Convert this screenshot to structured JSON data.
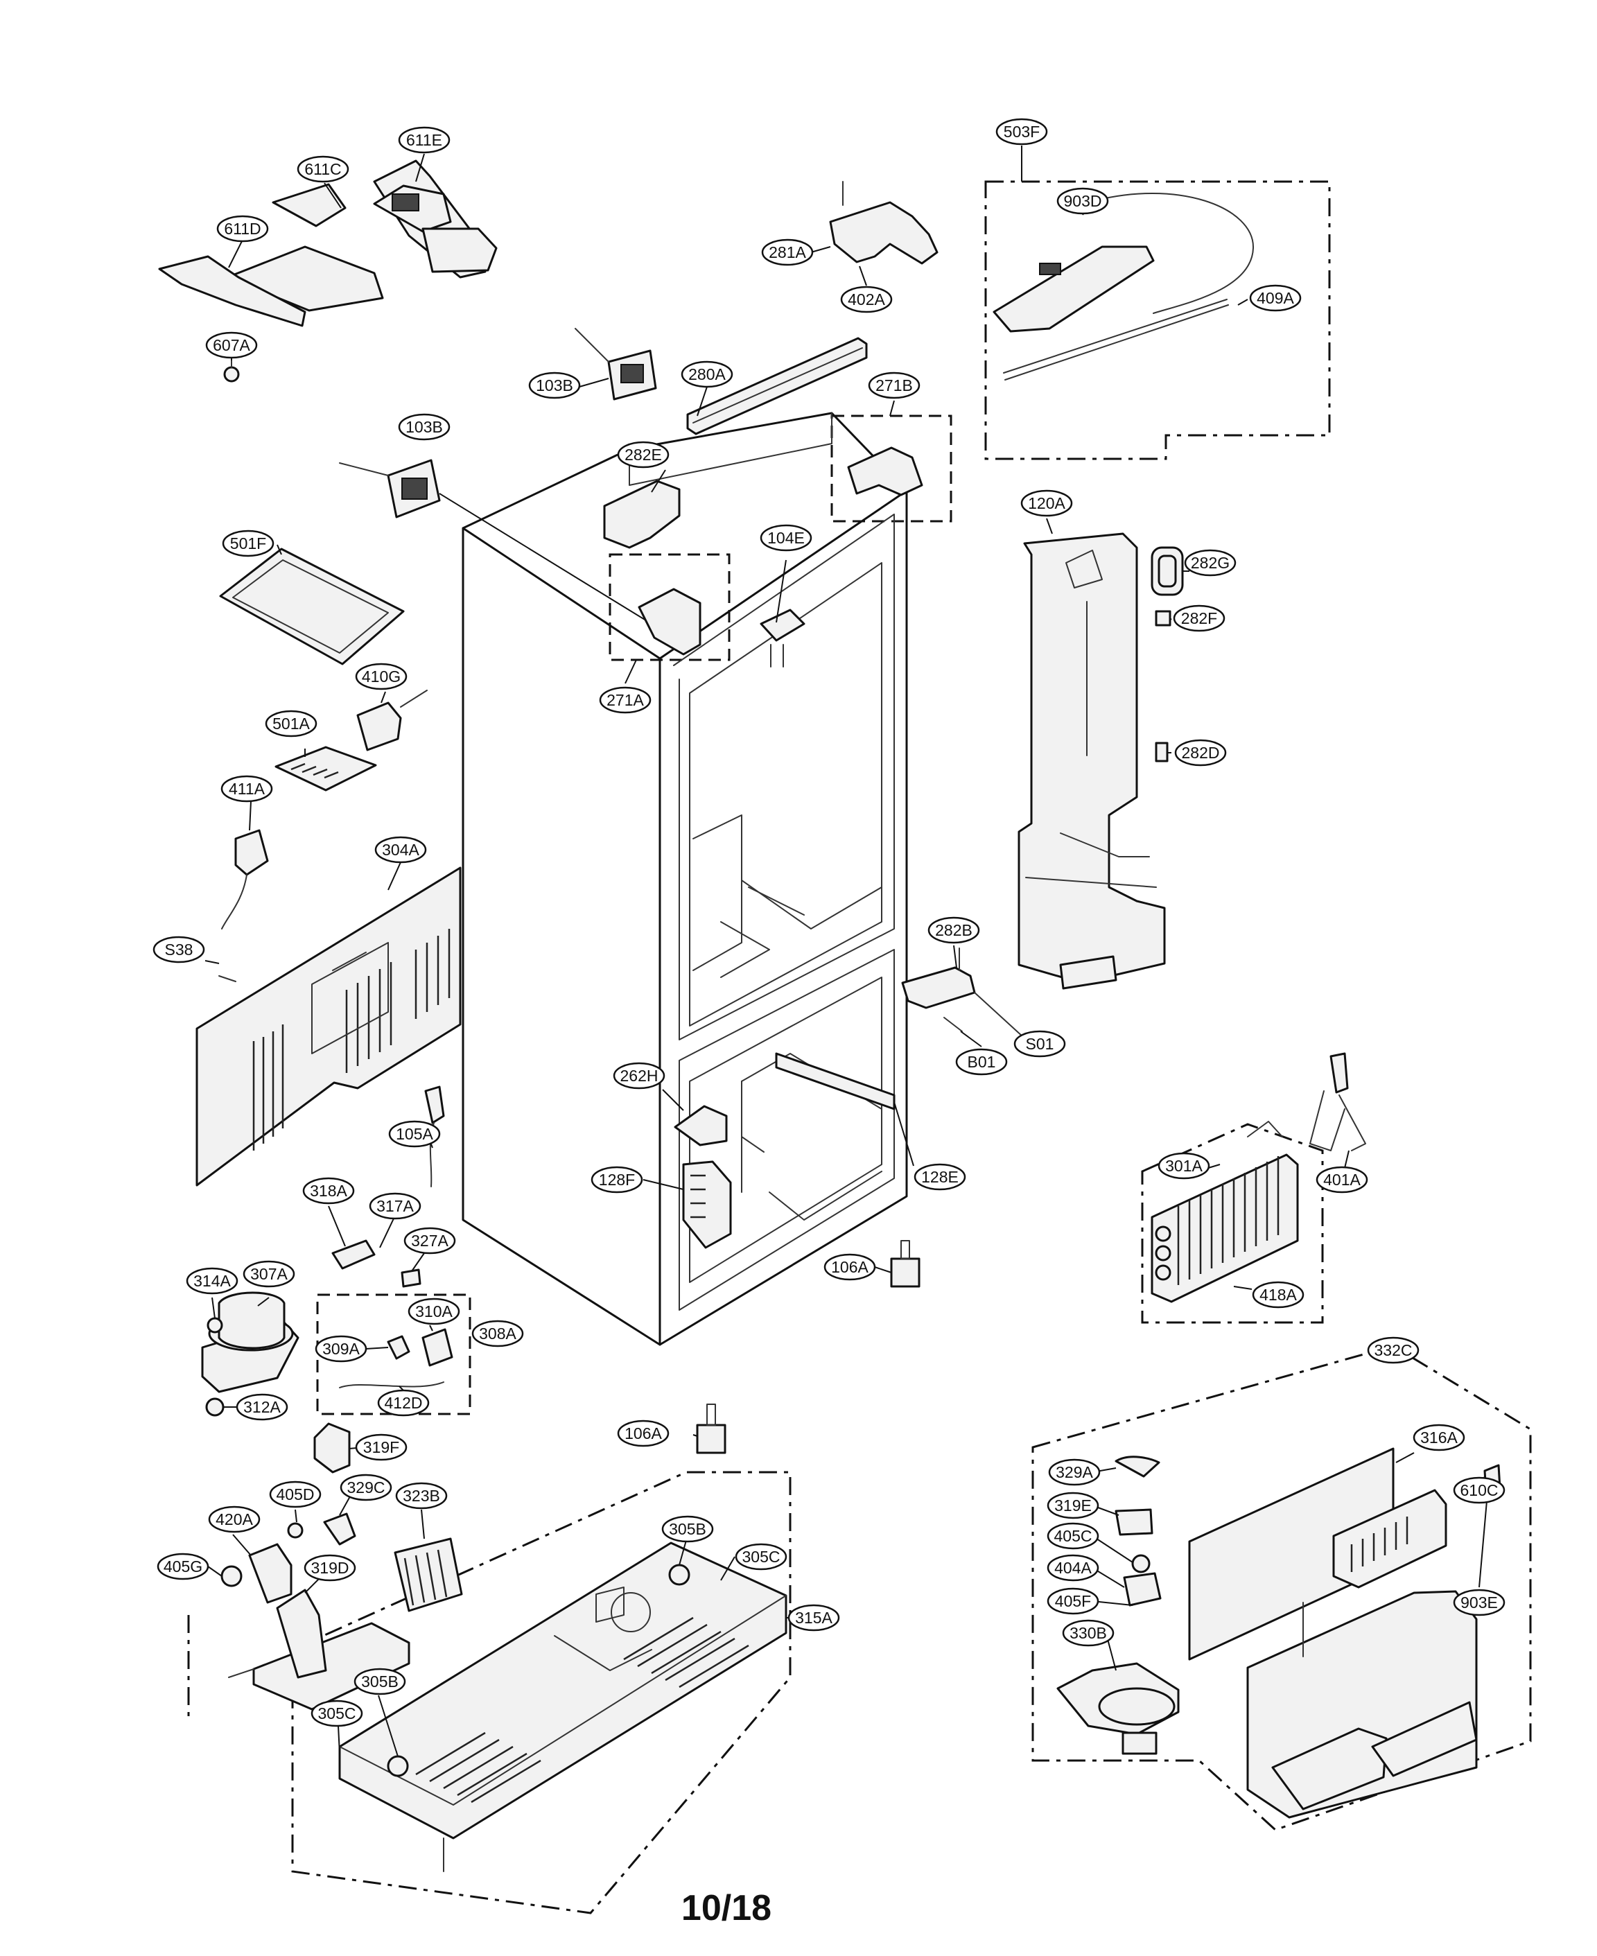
{
  "page_number": "10/18",
  "part_labels": [
    "611E",
    "611C",
    "611D",
    "607A",
    "503F",
    "903D",
    "409A",
    "281A",
    "402A",
    "103B",
    "103B",
    "280A",
    "271B",
    "282E",
    "501F",
    "104E",
    "271A",
    "120A",
    "282G",
    "282F",
    "282D",
    "410G",
    "501A",
    "411A",
    "304A",
    "S38",
    "282B",
    "B01",
    "S01",
    "262H",
    "105A",
    "128F",
    "128E",
    "301A",
    "401A",
    "418A",
    "318A",
    "317A",
    "327A",
    "314A",
    "307A",
    "310A",
    "308A",
    "309A",
    "412D",
    "312A",
    "106A",
    "106A",
    "319F",
    "332C",
    "329A",
    "316A",
    "319E",
    "610C",
    "405C",
    "404A",
    "903E",
    "405F",
    "330B",
    "405D",
    "329C",
    "323B",
    "420A",
    "405G",
    "319D",
    "305B",
    "305C",
    "315A",
    "305B",
    "305C"
  ]
}
